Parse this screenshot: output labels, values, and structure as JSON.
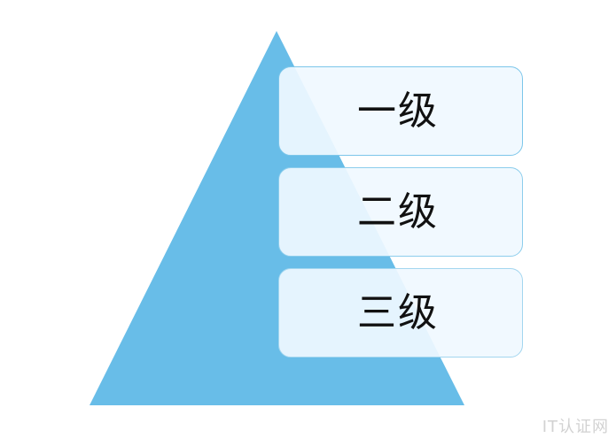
{
  "diagram": {
    "levels": [
      {
        "label": "一级"
      },
      {
        "label": "二级"
      },
      {
        "label": "三级"
      }
    ],
    "colors": {
      "triangle": "#68bde8",
      "box_fill": "#f0f8ff",
      "box_border": "#7cc6ea",
      "text": "#111111"
    }
  },
  "watermark": {
    "text": "IT认证网"
  }
}
